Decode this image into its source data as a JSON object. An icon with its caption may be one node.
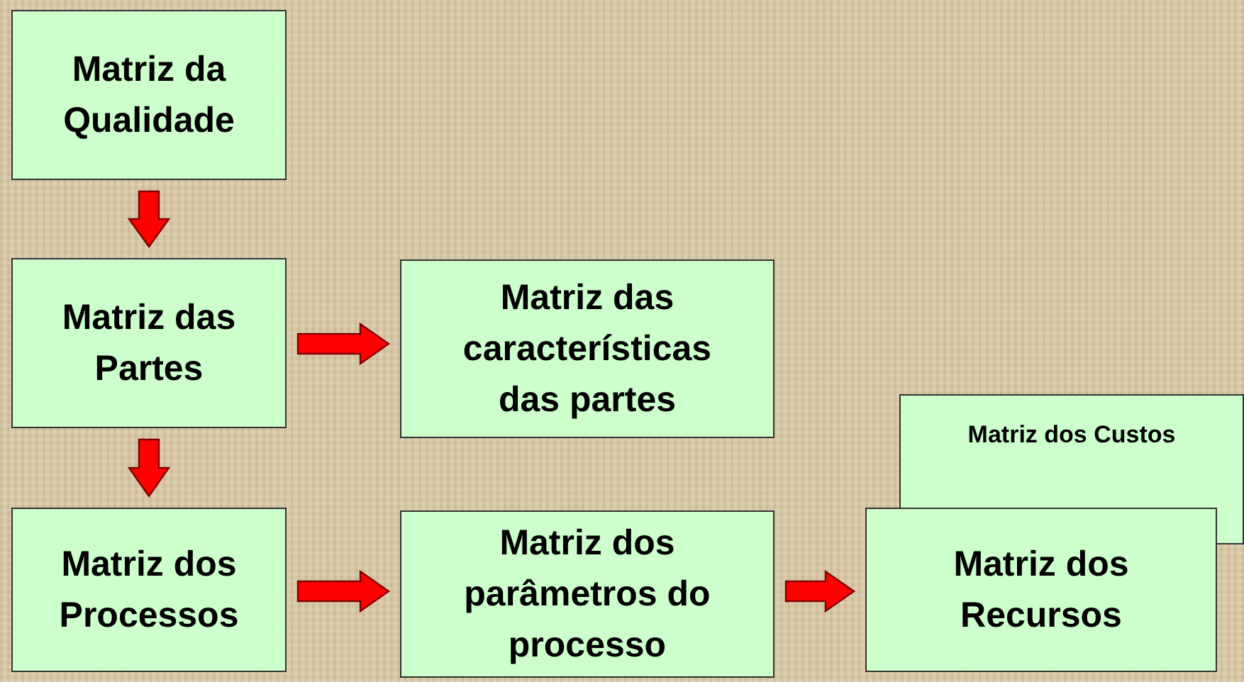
{
  "diagram": {
    "nodes": [
      {
        "text": [
          "Matriz da Qualidade"
        ]
      },
      {
        "text": [
          "Matriz das Partes"
        ]
      },
      {
        "text": [
          "Matriz das características das partes"
        ]
      },
      {
        "text": [
          "Matriz dos Processos"
        ]
      },
      {
        "text": [
          "Matriz dos parâmetros do processo"
        ]
      },
      {
        "text": [
          "Matriz dos Custos"
        ]
      },
      {
        "text": [
          "Matriz dos Recursos"
        ]
      }
    ],
    "edges": [
      {
        "from": 0,
        "to": 1,
        "arrow": "to"
      },
      {
        "from": 1,
        "to": 2,
        "arrow": "to"
      },
      {
        "from": 1,
        "to": 3,
        "arrow": "to"
      },
      {
        "from": 3,
        "to": 4,
        "arrow": "to"
      },
      {
        "from": 4,
        "to": 6,
        "arrow": "to"
      }
    ]
  }
}
